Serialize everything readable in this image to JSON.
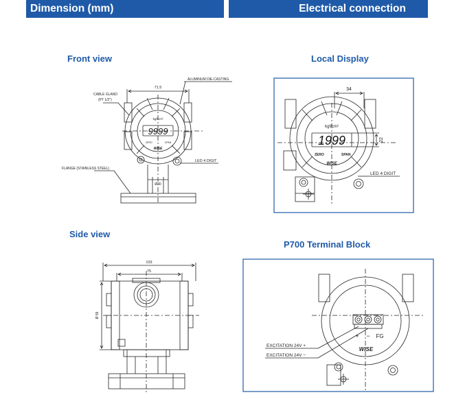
{
  "header": {
    "left_title": "Dimension (mm)",
    "right_title": "Electrical connection"
  },
  "front_view": {
    "title": "Front view",
    "dim_width": "71.5",
    "label_gland": "CABLE GLAND",
    "label_gland_spec": "(PT 1/2\")",
    "label_housing": "ALUMINUM DIE-CASTING",
    "label_led": "LED 4 DIGIT",
    "label_flange": "FLANGE (STAINLESS STEEL)",
    "display_digits": "9999",
    "unit": "kgf/cm²",
    "dim_stem": "Ø30",
    "key_zero": "ZERO",
    "key_span": "SPAN",
    "brand": "WISE"
  },
  "local_display": {
    "title": "Local Display",
    "dim_width": "34",
    "dim_height": "22",
    "display_digits": "1999",
    "unit": "kgf/cm²",
    "key_zero": "ZERO",
    "key_span": "SPAN",
    "brand": "WISE",
    "label_led": "LED 4 DIGIT"
  },
  "side_view": {
    "title": "Side view",
    "dim_overall": "103",
    "dim_inner": "75",
    "dim_diameter": "Ø 59"
  },
  "terminal_block": {
    "title": "P700 Terminal Block",
    "label_plus": "EXCITATION 24V +",
    "label_minus": "EXCITATION 24V −",
    "sign_plus": "+",
    "sign_minus": "−",
    "fg": "FG",
    "brand": "WISE"
  }
}
